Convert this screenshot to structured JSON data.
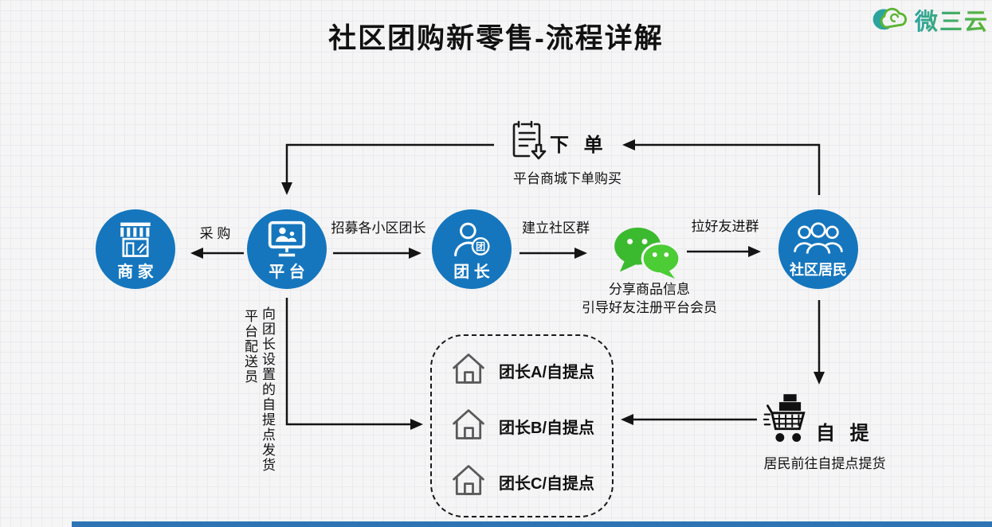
{
  "title": "社区团购新零售-流程详解",
  "logo": {
    "brand": "微三云"
  },
  "order_step": {
    "label": "下 单",
    "caption": "平台商城下单购买"
  },
  "nodes": {
    "merchant": {
      "label": "商 家"
    },
    "platform": {
      "label": "平 台"
    },
    "leader": {
      "label": "团 长",
      "badge": "团"
    },
    "wechat": {
      "caption1": "分享商品信息",
      "caption2": "引导好友注册平台会员"
    },
    "residents": {
      "label": "社区居民"
    }
  },
  "edges": {
    "procurement": "采 购",
    "recruit": "招募各小区团长",
    "create_group": "建立社区群",
    "invite_friends": "拉好友进群"
  },
  "delivery_note": {
    "left_column": "平台配送员",
    "right_column": "向团长设置的自提点发货"
  },
  "pickup_points": {
    "items": [
      "团长A/自提点",
      "团长B/自提点",
      "团长C/自提点"
    ]
  },
  "pickup_step": {
    "label": "自 提",
    "caption": "居民前往自提点提货"
  },
  "colors": {
    "node_blue": "#1576bd",
    "wechat_green": "#3cba2f",
    "brand_teal": "#2ba49e",
    "brand_green": "#5cb531",
    "accent_bar": "#2e74b5"
  }
}
